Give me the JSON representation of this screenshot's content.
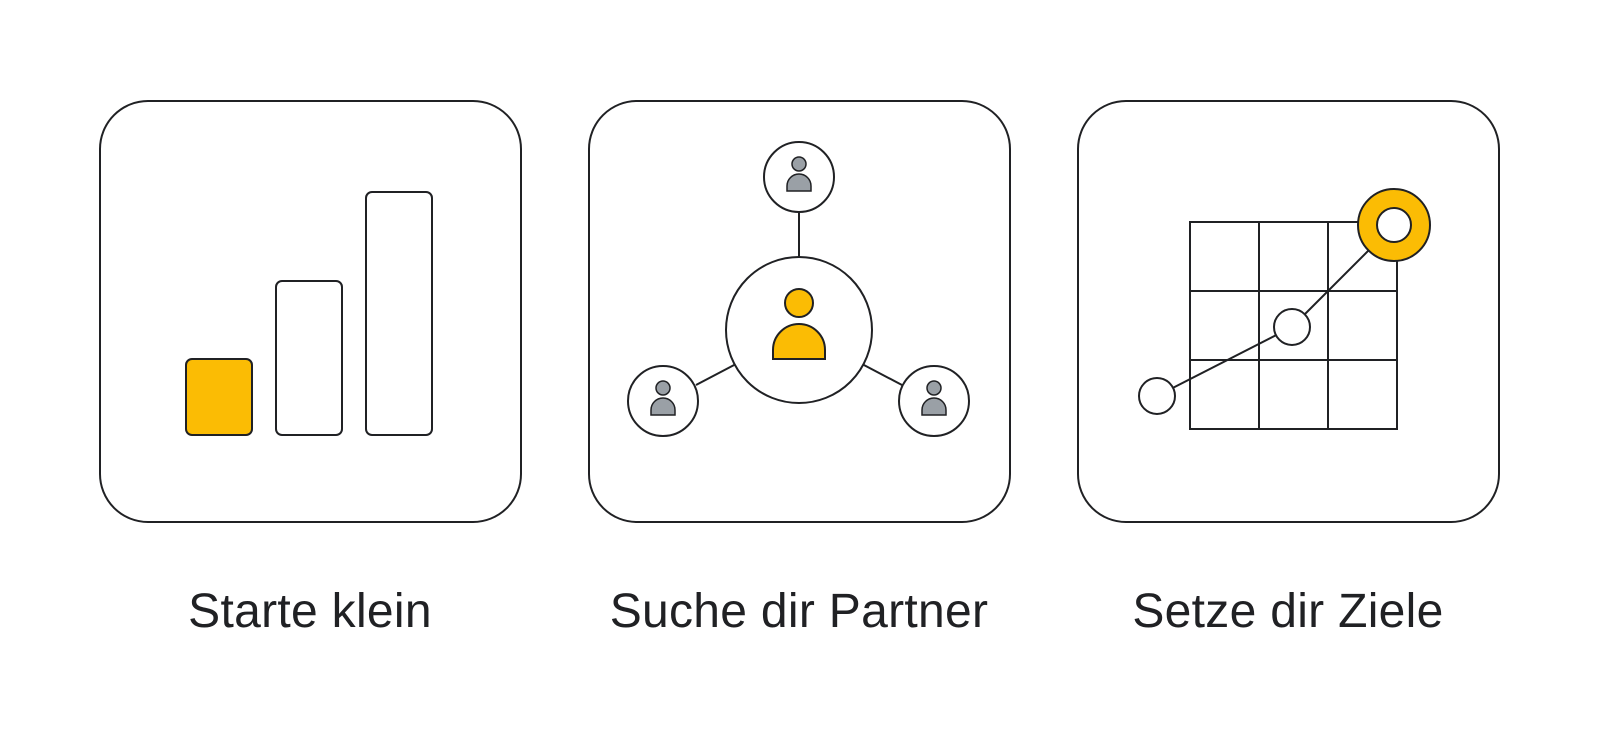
{
  "colors": {
    "accent": "#FBBC04",
    "stroke": "#202124",
    "person_gray": "#9AA0A6",
    "background": "#FFFFFF"
  },
  "cards": [
    {
      "icon": "ascending-bars-icon",
      "label": "Starte klein"
    },
    {
      "icon": "people-network-icon",
      "label": "Suche dir Partner"
    },
    {
      "icon": "goal-grid-icon",
      "label": "Setze dir Ziele"
    }
  ]
}
